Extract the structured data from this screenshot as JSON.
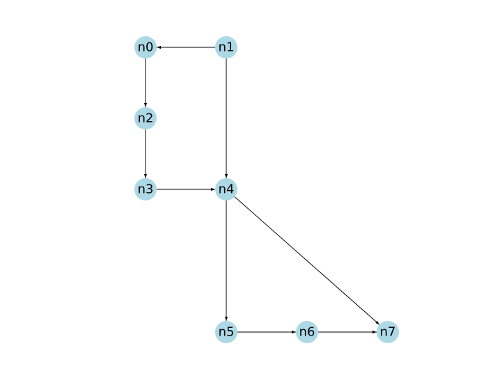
{
  "graph": {
    "directed": true,
    "node_color": "#add8e6",
    "edge_color": "#000000",
    "label_color": "#000000",
    "nodes": [
      {
        "id": "n0",
        "label": "n0"
      },
      {
        "id": "n1",
        "label": "n1"
      },
      {
        "id": "n2",
        "label": "n2"
      },
      {
        "id": "n3",
        "label": "n3"
      },
      {
        "id": "n4",
        "label": "n4"
      },
      {
        "id": "n5",
        "label": "n5"
      },
      {
        "id": "n6",
        "label": "n6"
      },
      {
        "id": "n7",
        "label": "n7"
      }
    ],
    "edges": [
      {
        "from": "n1",
        "to": "n0"
      },
      {
        "from": "n0",
        "to": "n2"
      },
      {
        "from": "n2",
        "to": "n3"
      },
      {
        "from": "n1",
        "to": "n4"
      },
      {
        "from": "n3",
        "to": "n4"
      },
      {
        "from": "n4",
        "to": "n5"
      },
      {
        "from": "n4",
        "to": "n7"
      },
      {
        "from": "n5",
        "to": "n6"
      },
      {
        "from": "n6",
        "to": "n7"
      }
    ]
  }
}
